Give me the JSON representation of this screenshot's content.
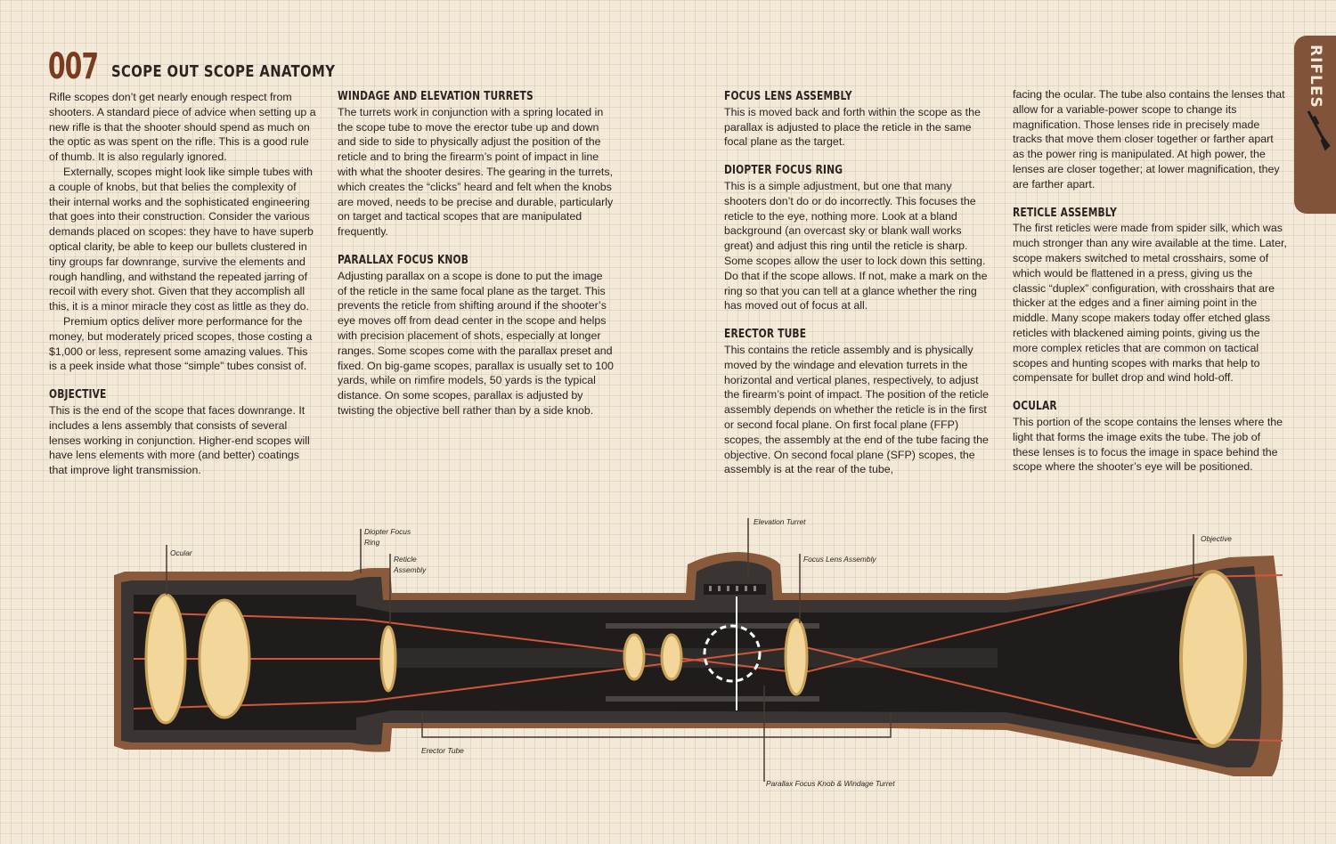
{
  "header": {
    "number": "007",
    "title": "Scope Out Scope Anatomy"
  },
  "tab": {
    "label": "RIFLES"
  },
  "intro": {
    "p1": "Rifle scopes don’t get nearly enough respect from shooters. A standard piece of advice when setting up a new rifle is that the shooter should spend as much on the optic as was spent on the rifle. This is a good rule of thumb. It is also regularly ignored.",
    "p2": "Externally, scopes might look like simple tubes with a couple of knobs, but that belies the complexity of their internal works and the sophisticated engineering that goes into their construction. Consider the various demands placed on scopes: they have to have superb optical clarity, be able to keep our bullets clustered in tiny groups far downrange, survive the elements and rough handling, and withstand the repeated jarring of recoil with every shot. Given that they accomplish all this, it is a minor miracle they cost as little as they do.",
    "p3": "Premium optics deliver more performance for the money, but moderately priced scopes, those costing a $1,000 or less, represent some amazing values. This is a peek inside what those “simple” tubes consist of."
  },
  "sections": {
    "objective": {
      "heading": "Objective",
      "text": "This is the end of the scope that faces downrange. It includes a lens assembly that consists of several lenses working in conjunction. Higher-end scopes will have lens elements with more (and better) coatings that improve light transmission."
    },
    "turrets": {
      "heading": "Windage and Elevation Turrets",
      "text": "The turrets work in conjunction with a spring located in the scope tube to move the erector tube up and down and side to side to physically adjust the position of the reticle and to bring the firearm’s point of impact in line with what the shooter desires. The gearing in the turrets, which creates the “clicks” heard and felt when the knobs are moved, needs to be precise and durable, particularly on target and tactical scopes that are manipulated frequently."
    },
    "parallax": {
      "heading": "Parallax Focus Knob",
      "text": "Adjusting parallax on a scope is done to put the image of the reticle in the same focal plane as the target. This prevents the reticle from shifting around if the shooter’s eye moves off from dead center in the scope and helps with precision placement of shots, especially at longer ranges. Some scopes come with the parallax preset and fixed. On big-game scopes, parallax is usually set to 100 yards, while on rimfire models, 50 yards is the typical distance. On some scopes, parallax is adjusted by twisting the objective bell rather than by a side knob."
    },
    "focus_lens": {
      "heading": "Focus Lens Assembly",
      "text": "This is moved back and forth within the scope as the parallax is adjusted to place the reticle in the same focal plane as the target."
    },
    "diopter": {
      "heading": "Diopter Focus Ring",
      "text": "This is a simple adjustment, but one that many shooters don’t do or do incorrectly. This focuses the reticle to the eye, nothing more. Look at a bland background (an overcast sky or blank wall works great) and adjust this ring until the reticle is sharp. Some scopes allow the user to lock down this setting. Do that if the scope allows. If not, make a mark on the ring so that you can tell at a glance whether the ring has moved out of focus at all."
    },
    "erector": {
      "heading": "Erector Tube",
      "text": "This contains the reticle assembly and is physically moved by the windage and elevation turrets in the horizontal and vertical planes, respectively, to adjust the firearm’s point of impact. The position of the reticle assembly depends on whether the reticle is in the first or second focal plane. On first focal plane (FFP) scopes, the assembly at the end of the tube facing the objective. On second focal plane (SFP) scopes, the assembly is at the rear of the tube,"
    },
    "erector_cont": {
      "text": "facing the ocular. The tube also contains the lenses that allow for a variable-power scope to change its magnification. Those lenses ride in precisely made tracks that move them closer together or farther apart as the power ring is manipulated. At high power, the lenses are closer together; at lower magnification, they are farther apart."
    },
    "reticle": {
      "heading": "Reticle Assembly",
      "text": "The first reticles were made from spider silk, which was much stronger than any wire available at the time. Later, scope makers switched to metal crosshairs, some of which would be flattened in a press, giving us the classic “duplex” configuration, with crosshairs that are thicker at the edges and a finer aiming point in the middle. Many scope makers today offer etched glass reticles with blackened aiming points, giving us the more complex reticles that are common on tactical scopes and hunting scopes with marks that help to compensate for bullet drop and wind hold-off."
    },
    "ocular": {
      "heading": "Ocular",
      "text": "This portion of the scope contains the lenses where the light that forms the image exits the tube. The job of these lenses is to focus the image in space behind the scope where the shooter’s eye will be positioned."
    }
  },
  "diagram": {
    "labels": {
      "ocular": "Ocular",
      "diopter_l1": "Diopter Focus",
      "diopter_l2": "Ring",
      "reticle_l1": "Reticle",
      "reticle_l2": "Assembly",
      "elevation": "Elevation Turret",
      "focus_lens": "Focus Lens Assembly",
      "objective": "Objective",
      "erector": "Erector Tube",
      "parallax_windage": "Parallax Focus Knob & Windage Turret"
    },
    "colors": {
      "body": "#3a3532",
      "body_dark": "#1f1c1b",
      "shell": "#8a5a3c",
      "lens": "#f3d79a",
      "lens_edge": "#c9a35a",
      "ray": "#d1563a"
    }
  },
  "icons": {
    "tab": "rifle-icon"
  }
}
